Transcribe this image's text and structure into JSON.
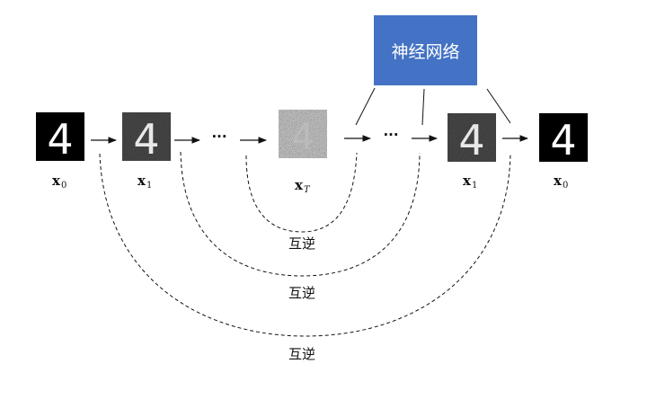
{
  "network_box": {
    "label": "神经网络",
    "color": "#4472c4"
  },
  "digit": "4",
  "labels": {
    "x0": {
      "main": "x",
      "sub": "0"
    },
    "x1": {
      "main": "x",
      "sub": "1"
    },
    "xT": {
      "main": "x",
      "sub": "T"
    },
    "x1_out": {
      "main": "x",
      "sub": "1"
    },
    "x0_out": {
      "main": "x",
      "sub": "0"
    }
  },
  "ellipsis": "···",
  "inverse_label": "互逆",
  "noise_levels": {
    "x0": 0.0,
    "x1": 0.15,
    "xT": 1.0,
    "x1_out": 0.15,
    "x0_out": 0.0
  }
}
